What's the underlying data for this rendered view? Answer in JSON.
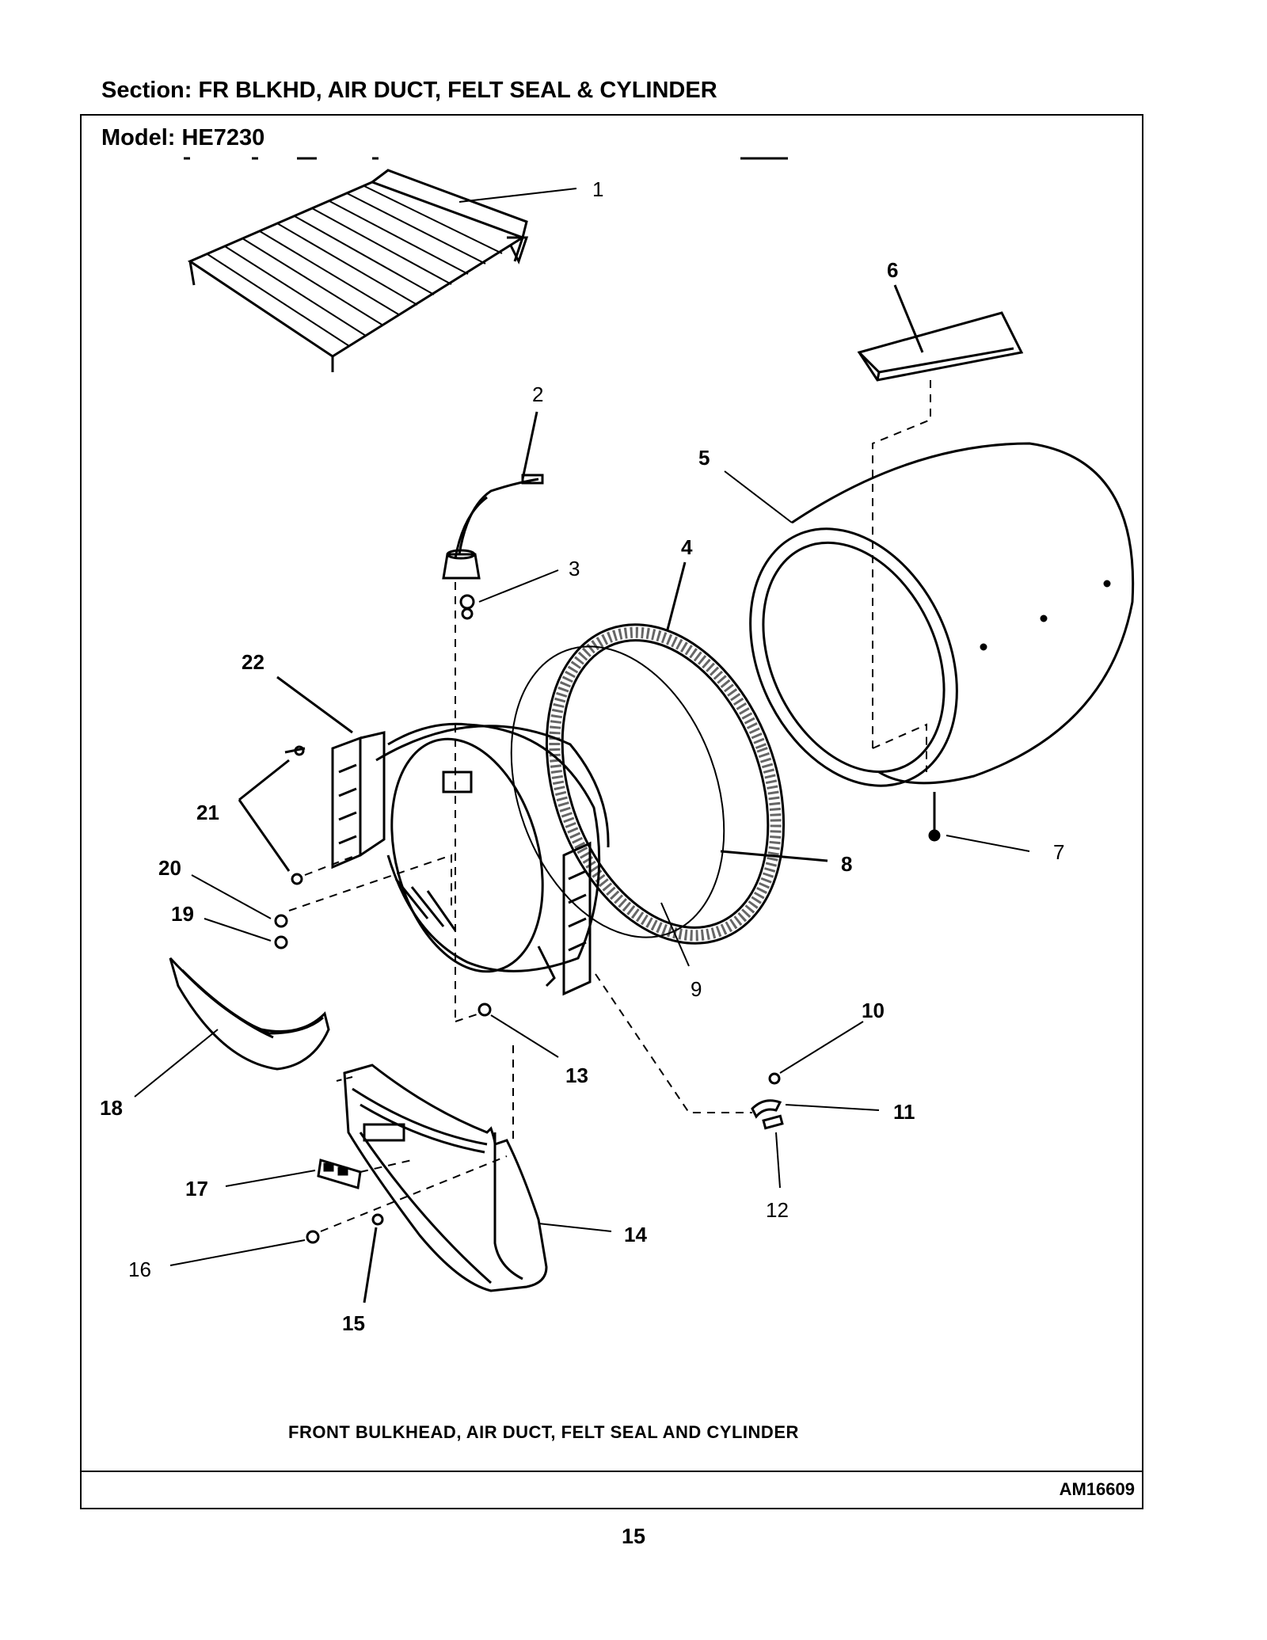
{
  "header": {
    "section_title": "Section:  FR BLKHD, AIR DUCT, FELT SEAL & CYLINDER",
    "model_label": "Model:  HE7230"
  },
  "diagram": {
    "caption": "FRONT BULKHEAD, AIR DUCT, FELT SEAL AND CYLINDER",
    "callouts": [
      "1",
      "2",
      "3",
      "4",
      "5",
      "6",
      "7",
      "8",
      "9",
      "10",
      "11",
      "12",
      "13",
      "14",
      "15",
      "16",
      "17",
      "18",
      "19",
      "20",
      "21",
      "22"
    ]
  },
  "footer": {
    "doc_code": "AM16609",
    "page_number": "15"
  }
}
